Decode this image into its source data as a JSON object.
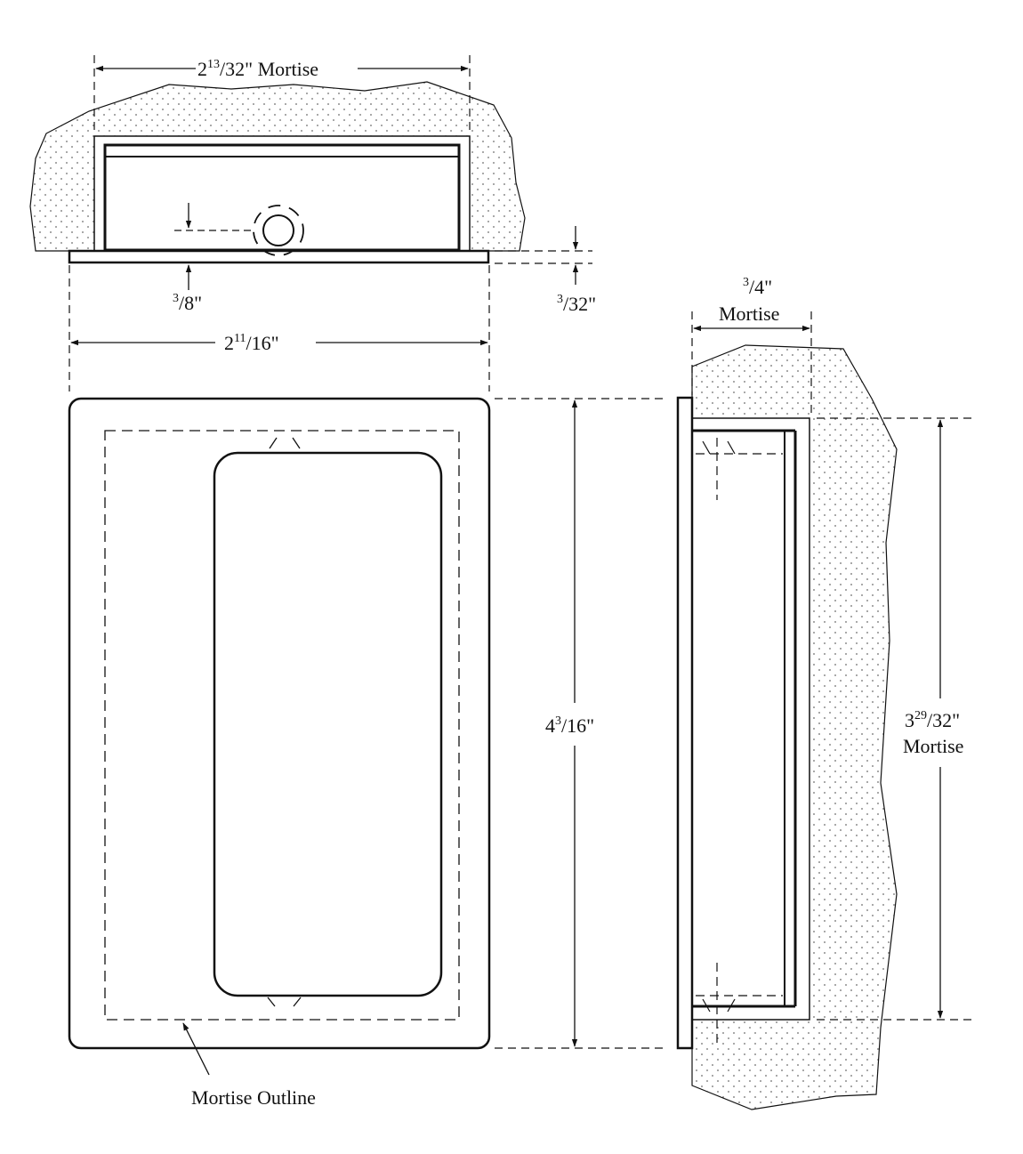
{
  "colors": {
    "ink": "#111111",
    "fill": "#ffffff",
    "stipple": "#6b6b6b"
  },
  "top_view": {
    "mortise_width": {
      "whole": "2",
      "num": "13",
      "den": "/32",
      "suffix": "\" Mortise"
    },
    "flange_thickness": {
      "num": "3",
      "den": "/8\""
    },
    "inset_depth": {
      "num": "3",
      "den": "/32\""
    },
    "overall_width": {
      "whole": "2",
      "num": "11",
      "den": "/16\""
    }
  },
  "front_view": {
    "overall_height": {
      "whole": "4",
      "num": "3",
      "den": "/16\""
    },
    "outline_callout": "Mortise Outline"
  },
  "side_view": {
    "mortise_depth": {
      "num": "3",
      "den": "/4\"",
      "line2": "Mortise"
    },
    "mortise_height": {
      "whole": "3",
      "num": "29",
      "den": "/32\"",
      "line2": "Mortise"
    }
  }
}
